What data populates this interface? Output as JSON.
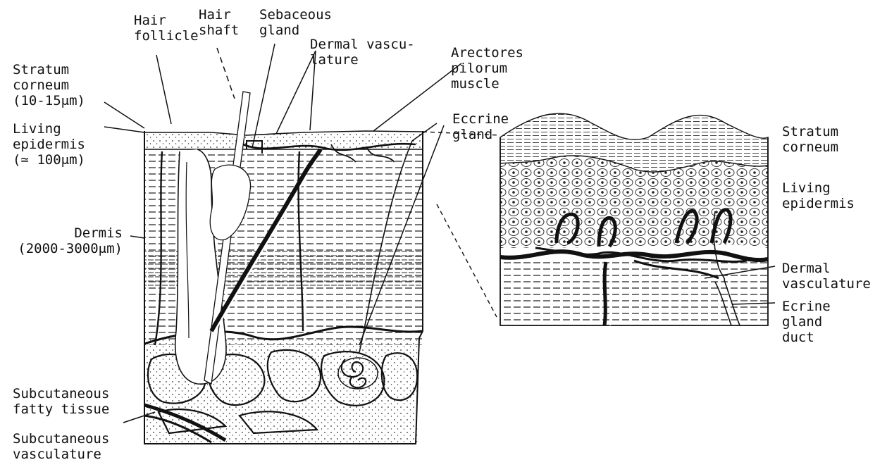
{
  "labels": {
    "hair_follicle": "Hair\nfollicle",
    "hair_shaft": "Hair\nshaft",
    "sebaceous_gland": "Sebaceous\ngland",
    "dermal_vasculature_left": "Dermal vascu-\nlature",
    "arrectores_pilorum": "Arectores\npilorum\nmuscle",
    "stratum_corneum_left": "Stratum\ncorneum\n(10-15μm)",
    "living_epidermis_left": "Living\nepidermis\n(≃ 100μm)",
    "dermis": "Dermis\n(2000-3000μm)",
    "eccrine_gland": "Eccrine\ngland",
    "subcutaneous_fatty_tissue": "Subcutaneous\nfatty tissue",
    "subcutaneous_vasculature": "Subcutaneous\nvasculature",
    "stratum_corneum_right": "Stratum\ncorneum",
    "living_epidermis_right": "Living\nepidermis",
    "dermal_vasculature_right": "Dermal\nvasculature",
    "ecrine_gland_duct": "Ecrine\ngland\nduct"
  },
  "colors": {
    "ink": "#111111",
    "paper": "#ffffff",
    "hatch": "#2a2a2a"
  }
}
